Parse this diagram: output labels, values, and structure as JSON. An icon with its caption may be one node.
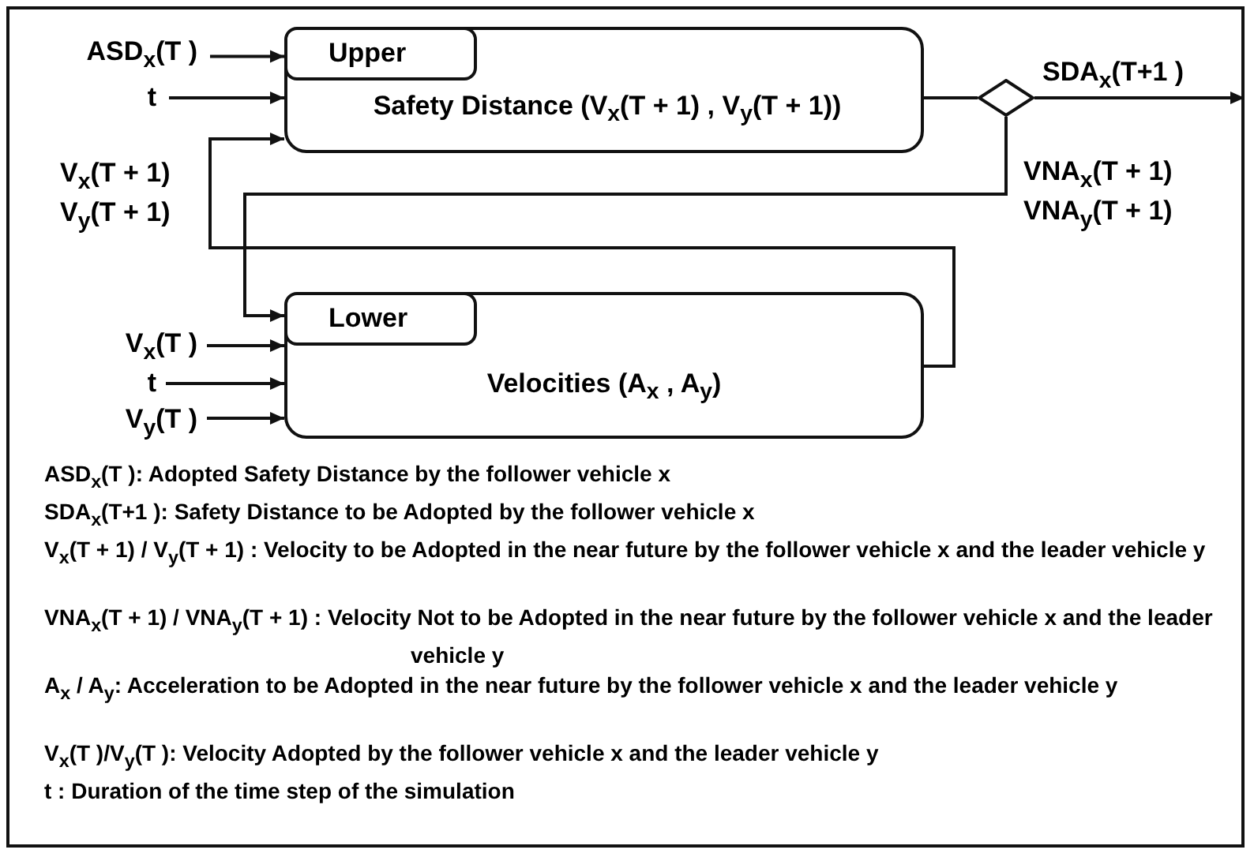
{
  "diagram": {
    "nodes": [
      {
        "text": [
          "Upper",
          "Safety Distance (V$_{x}$(T + 1) , V$_{y}$(T + 1))"
        ]
      },
      {
        "text": [
          "Lower",
          "Velocities (A$_{x}$ , A$_{y}$)"
        ]
      },
      {
        "text": [],
        "shape": "diamond"
      },
      {
        "text": [
          "ASD$_{x}$(T )"
        ]
      },
      {
        "text": [
          "t"
        ]
      },
      {
        "text": [
          "V$_{x}$(T )"
        ]
      },
      {
        "text": [
          "t"
        ]
      },
      {
        "text": [
          "V$_{y}$(T )"
        ]
      }
    ],
    "edges": [
      {
        "from": 3,
        "to": 0,
        "arrow": "to"
      },
      {
        "from": 4,
        "to": 0,
        "arrow": "to"
      },
      {
        "from": 1,
        "to": 0,
        "arrow": "to",
        "label": "V$_{x}$(T + 1) V$_{y}$(T + 1)"
      },
      {
        "from": 0,
        "to": 2,
        "arrow": "none"
      },
      {
        "from": 2,
        "to": null,
        "arrow": "to",
        "label": "SDA$_{x}$(T+1 )"
      },
      {
        "from": 2,
        "to": 1,
        "arrow": "to",
        "label": "VNA$_{x}$(T + 1) VNA$_{y}$(T + 1)"
      },
      {
        "from": 5,
        "to": 1,
        "arrow": "to"
      },
      {
        "from": 6,
        "to": 1,
        "arrow": "to"
      },
      {
        "from": 7,
        "to": 1,
        "arrow": "to"
      }
    ],
    "labels": [
      "ASD$_{x}$(T ): Adopted Safety Distance by the follower vehicle x",
      "SDA$_{x}$(T+1 ): Safety Distance to be Adopted by the follower vehicle x",
      "V$_{x}$(T + 1) / V$_{y}$(T + 1)  : Velocity to be Adopted in the near future by the follower vehicle x and the leader vehicle y",
      "VNA$_{x}$(T + 1) / VNA$_{y}$(T + 1) : Velocity Not to be Adopted in the near future by the follower vehicle x and the leader vehicle y",
      "A$_{x}$ / A$_{y}$: Acceleration to be Adopted in the near future by the follower vehicle x and the leader vehicle y",
      "V$_{x}$(T )/V$_{y}$(T ): Velocity Adopted by the follower vehicle x and the leader vehicle y",
      "t : Duration of the time step of the simulation"
    ]
  }
}
